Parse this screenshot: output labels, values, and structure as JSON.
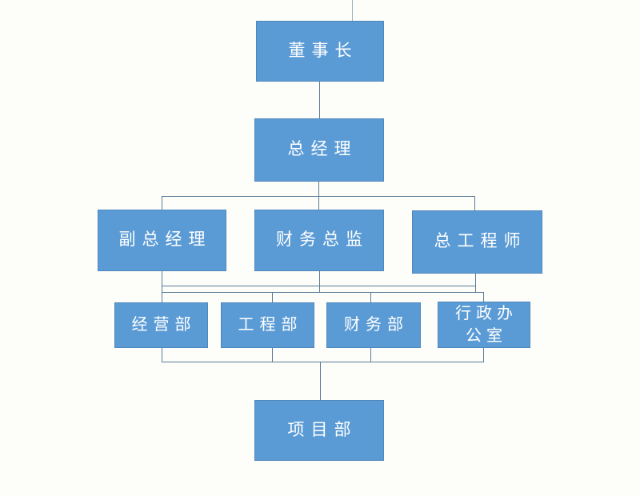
{
  "diagram": {
    "type": "org-chart",
    "background_color": "#fdfdfa",
    "node_fill_color": "#5b9bd5",
    "node_text_color": "#ffffff",
    "connector_color": "#5d7d97",
    "levels": [
      [
        "董事长"
      ],
      [
        "总经理"
      ],
      [
        "副总经理",
        "财务总监",
        "总工程师"
      ],
      [
        "经营部",
        "工程部",
        "财务部",
        "行政办公室"
      ],
      [
        "项目部"
      ]
    ]
  },
  "nodes": {
    "chairman": {
      "label": "董事长"
    },
    "general_manager": {
      "label": "总经理"
    },
    "deputy_gm": {
      "label": "副总经理"
    },
    "finance_director": {
      "label": "财务总监"
    },
    "chief_engineer": {
      "label": "总工程师"
    },
    "operations": {
      "label": "经营部"
    },
    "engineering": {
      "label": "工程部"
    },
    "finance": {
      "label": "财务部"
    },
    "admin_office": {
      "label": "行政办公室",
      "lines": [
        "行政办",
        "公室"
      ]
    },
    "project": {
      "label": "项目部"
    }
  }
}
